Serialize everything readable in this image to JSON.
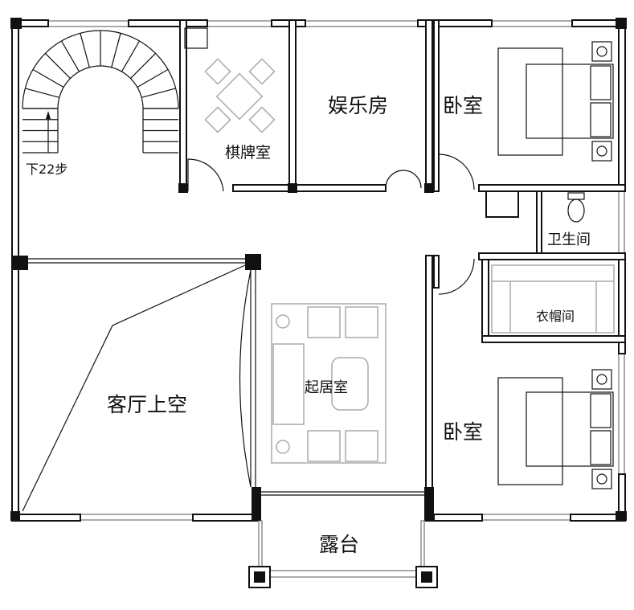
{
  "plan": {
    "rooms": {
      "stairs": "下22步",
      "chess_room": "棋牌室",
      "entertainment_room": "娱乐房",
      "bedroom_top": "卧室",
      "bathroom": "卫生间",
      "closet": "衣帽间",
      "living_room": "起居室",
      "hall_void": "客厅上空",
      "bedroom_bottom": "卧室",
      "terrace": "露台"
    }
  }
}
